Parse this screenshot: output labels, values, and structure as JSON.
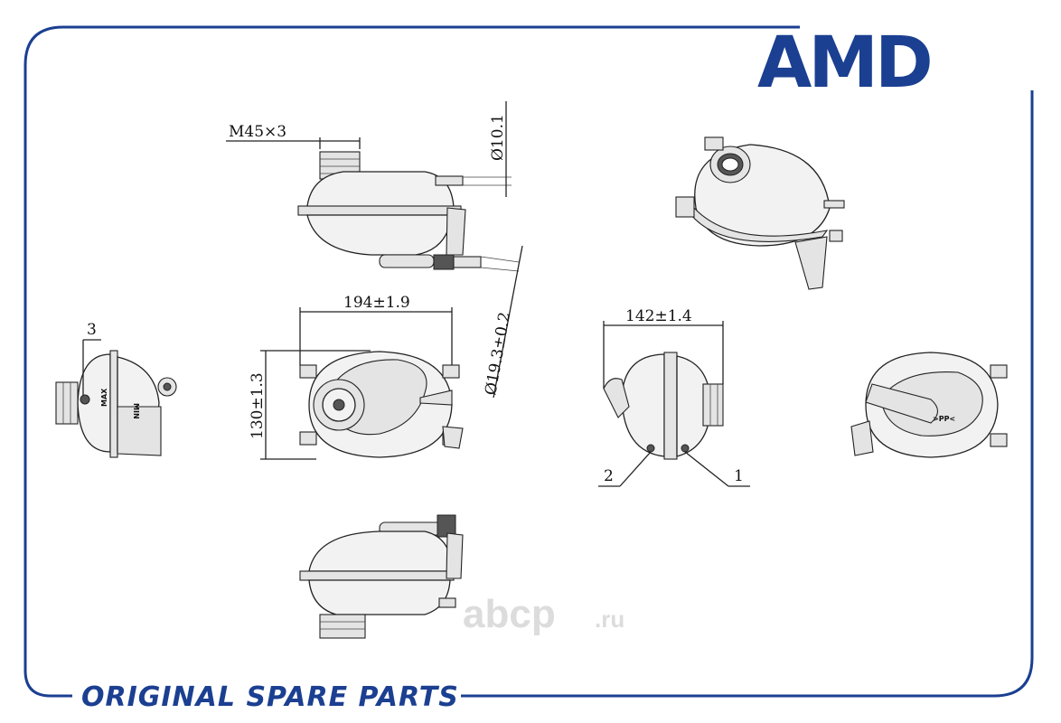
{
  "brand": {
    "logo_text": "AMD",
    "footer_text": "ORIGINAL SPARE PARTS",
    "color": "#1b3f91"
  },
  "watermark": {
    "main": "abcp",
    "suffix": ".ru"
  },
  "dimensions": {
    "thread": "M45×3",
    "small_pipe": "Ø10.1",
    "large_pipe": "Ø19.3±0.2",
    "width": "194±1.9",
    "height": "130±1.3",
    "depth": "142±1.4"
  },
  "callouts": {
    "c1": "1",
    "c2": "2",
    "c3": "3"
  },
  "markings": {
    "max": "MAX",
    "min": "MIN"
  }
}
